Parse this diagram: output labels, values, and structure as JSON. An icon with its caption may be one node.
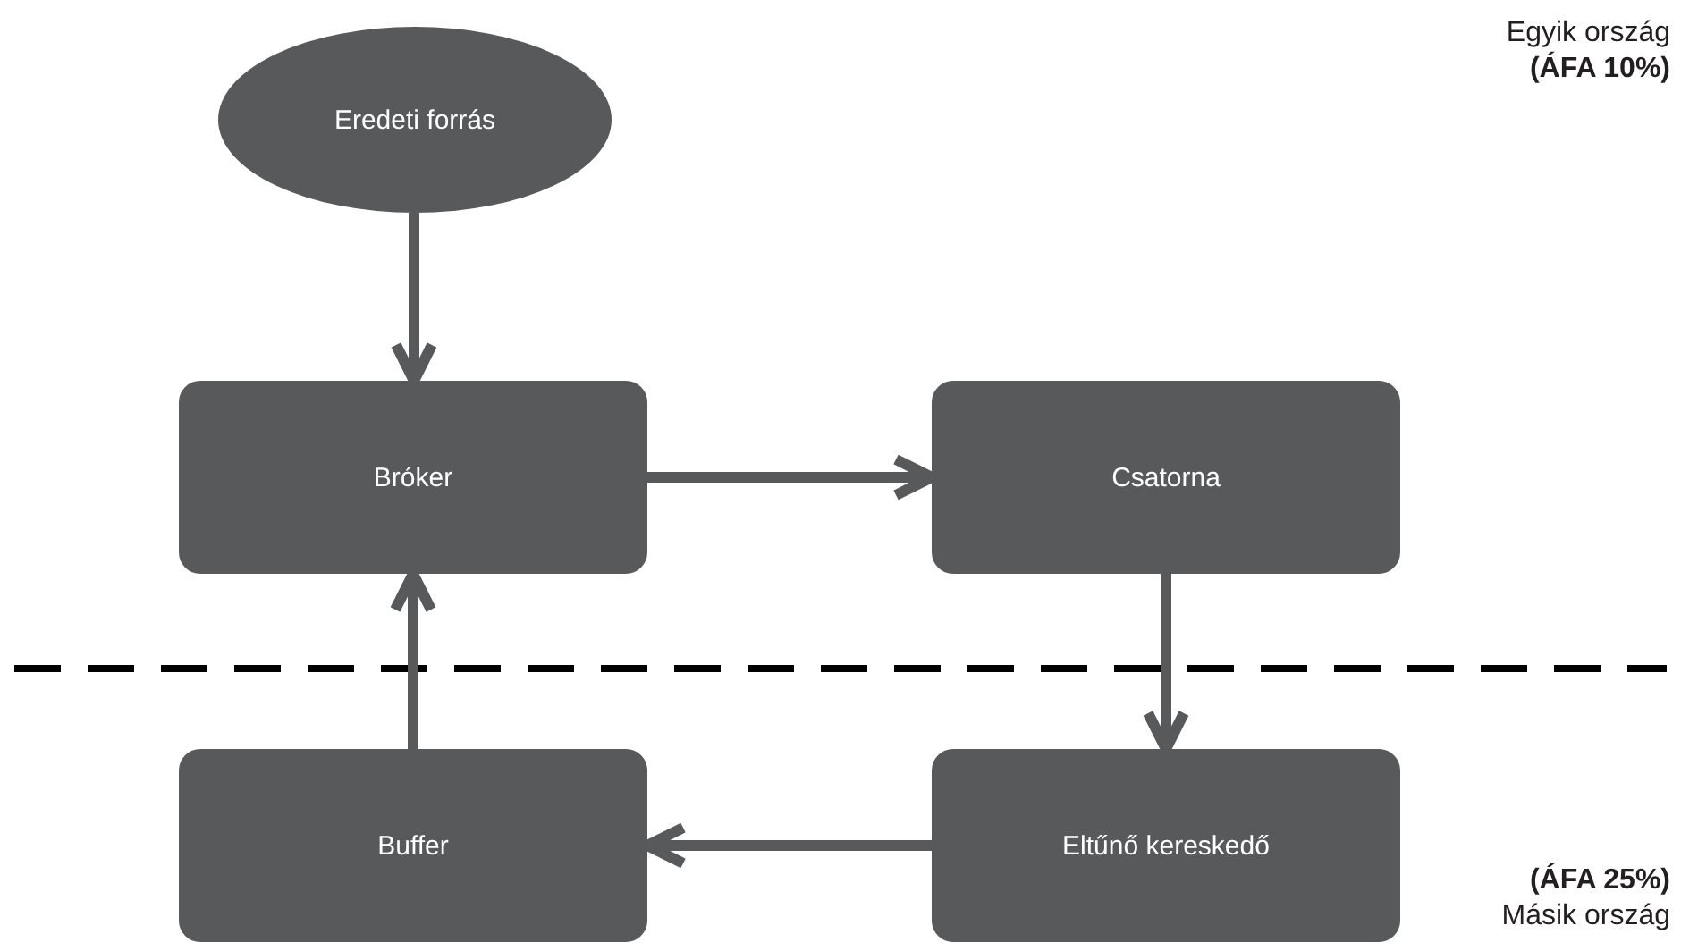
{
  "diagram": {
    "nodes": [
      {
        "text": [
          "Eredeti forrás"
        ]
      },
      {
        "text": [
          "Bróker"
        ]
      },
      {
        "text": [
          "Csatorna"
        ]
      },
      {
        "text": [
          "Buffer"
        ]
      },
      {
        "text": [
          "Eltűnő kereskedő"
        ]
      }
    ],
    "edges": [
      {
        "from": 0,
        "to": 1,
        "arrow": "to"
      },
      {
        "from": 1,
        "to": 2,
        "arrow": "to"
      },
      {
        "from": 2,
        "to": 4,
        "arrow": "to"
      },
      {
        "from": 4,
        "to": 3,
        "arrow": "to"
      },
      {
        "from": 3,
        "to": 1,
        "arrow": "to"
      }
    ],
    "labels": [
      "Egyik ország",
      "(ÁFA 10%)",
      "(ÁFA 25%)",
      "Másik ország"
    ]
  }
}
